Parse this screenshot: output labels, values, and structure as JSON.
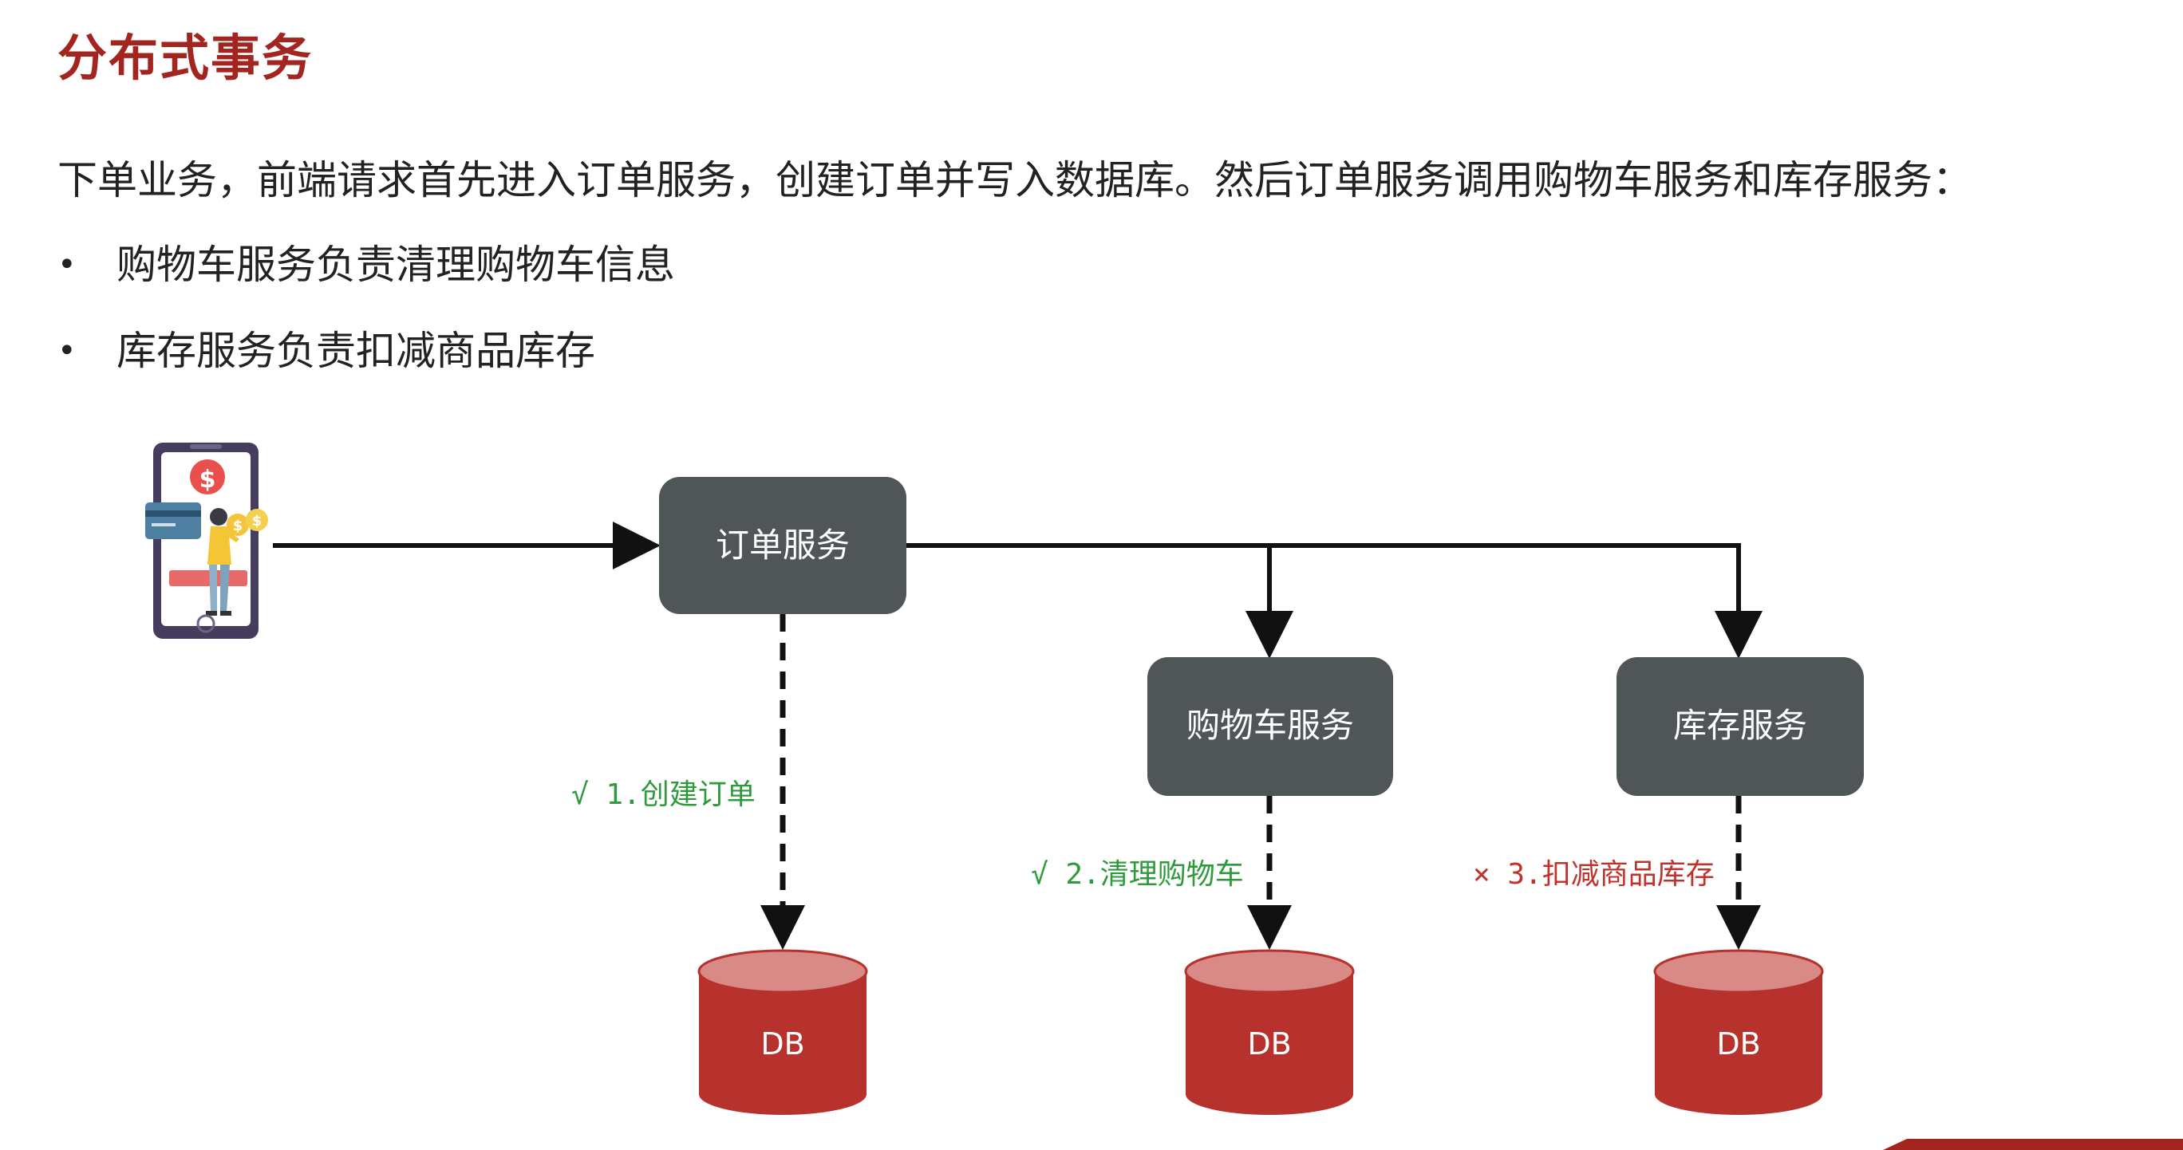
{
  "title": "分布式事务",
  "intro": "下单业务，前端请求首先进入订单服务，创建订单并写入数据库。然后订单服务调用购物车服务和库存服务：",
  "bullets": [
    "购物车服务负责清理购物车信息",
    "库存服务负责扣减商品库存"
  ],
  "diagram": {
    "client_icon": "mobile-payment-icon",
    "services": {
      "order": "订单服务",
      "cart": "购物车服务",
      "stock": "库存服务"
    },
    "db_label": "DB",
    "steps": {
      "order": "√ 1.创建订单",
      "cart": "√ 2.清理购物车",
      "stock": "× 3.扣减商品库存"
    },
    "colors": {
      "service_box": "#505558",
      "db": "#b7312d",
      "db_top": "#d98a86",
      "success": "#2e9a3c",
      "failure": "#c0322b",
      "title": "#a3251f"
    }
  }
}
